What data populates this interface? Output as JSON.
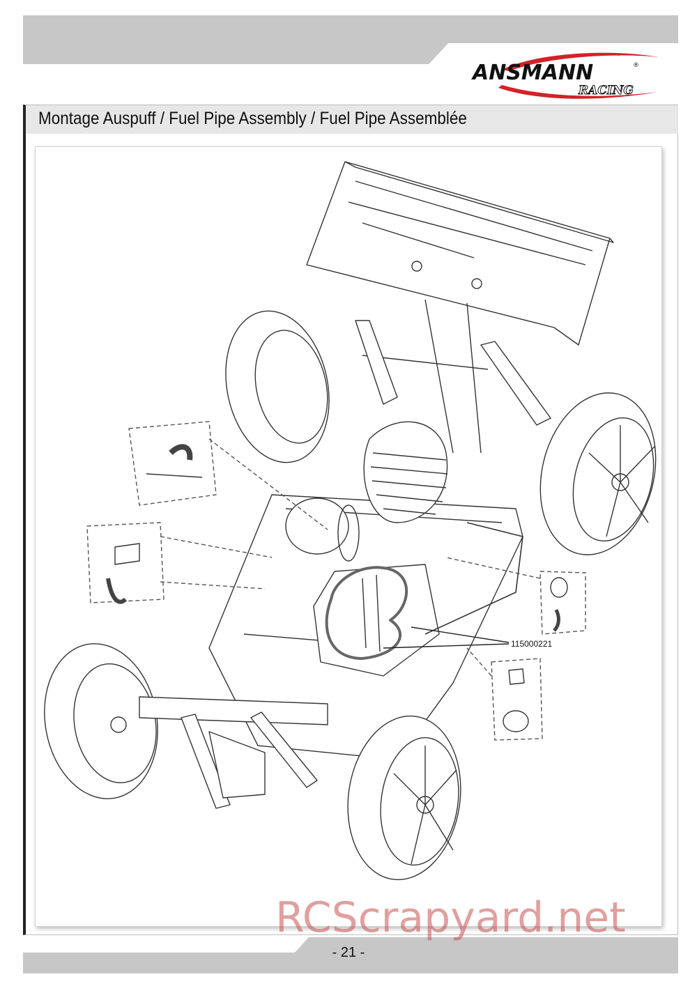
{
  "header": {
    "brand": "ANSMANN",
    "brand_sub": "RACING",
    "registered": "®"
  },
  "section": {
    "title": "Montage Auspuff / Fuel Pipe Assembly / Fuel Pipe Assemblée"
  },
  "diagram": {
    "part_label": "115000221"
  },
  "footer": {
    "page_number": "- 21 -"
  },
  "watermark": {
    "text": "RCScrapyard.net"
  },
  "colors": {
    "banner_gray": "#c7c7c7",
    "accent_red": "#d42128",
    "line_ink": "#333333",
    "watermark": "#c85050"
  }
}
